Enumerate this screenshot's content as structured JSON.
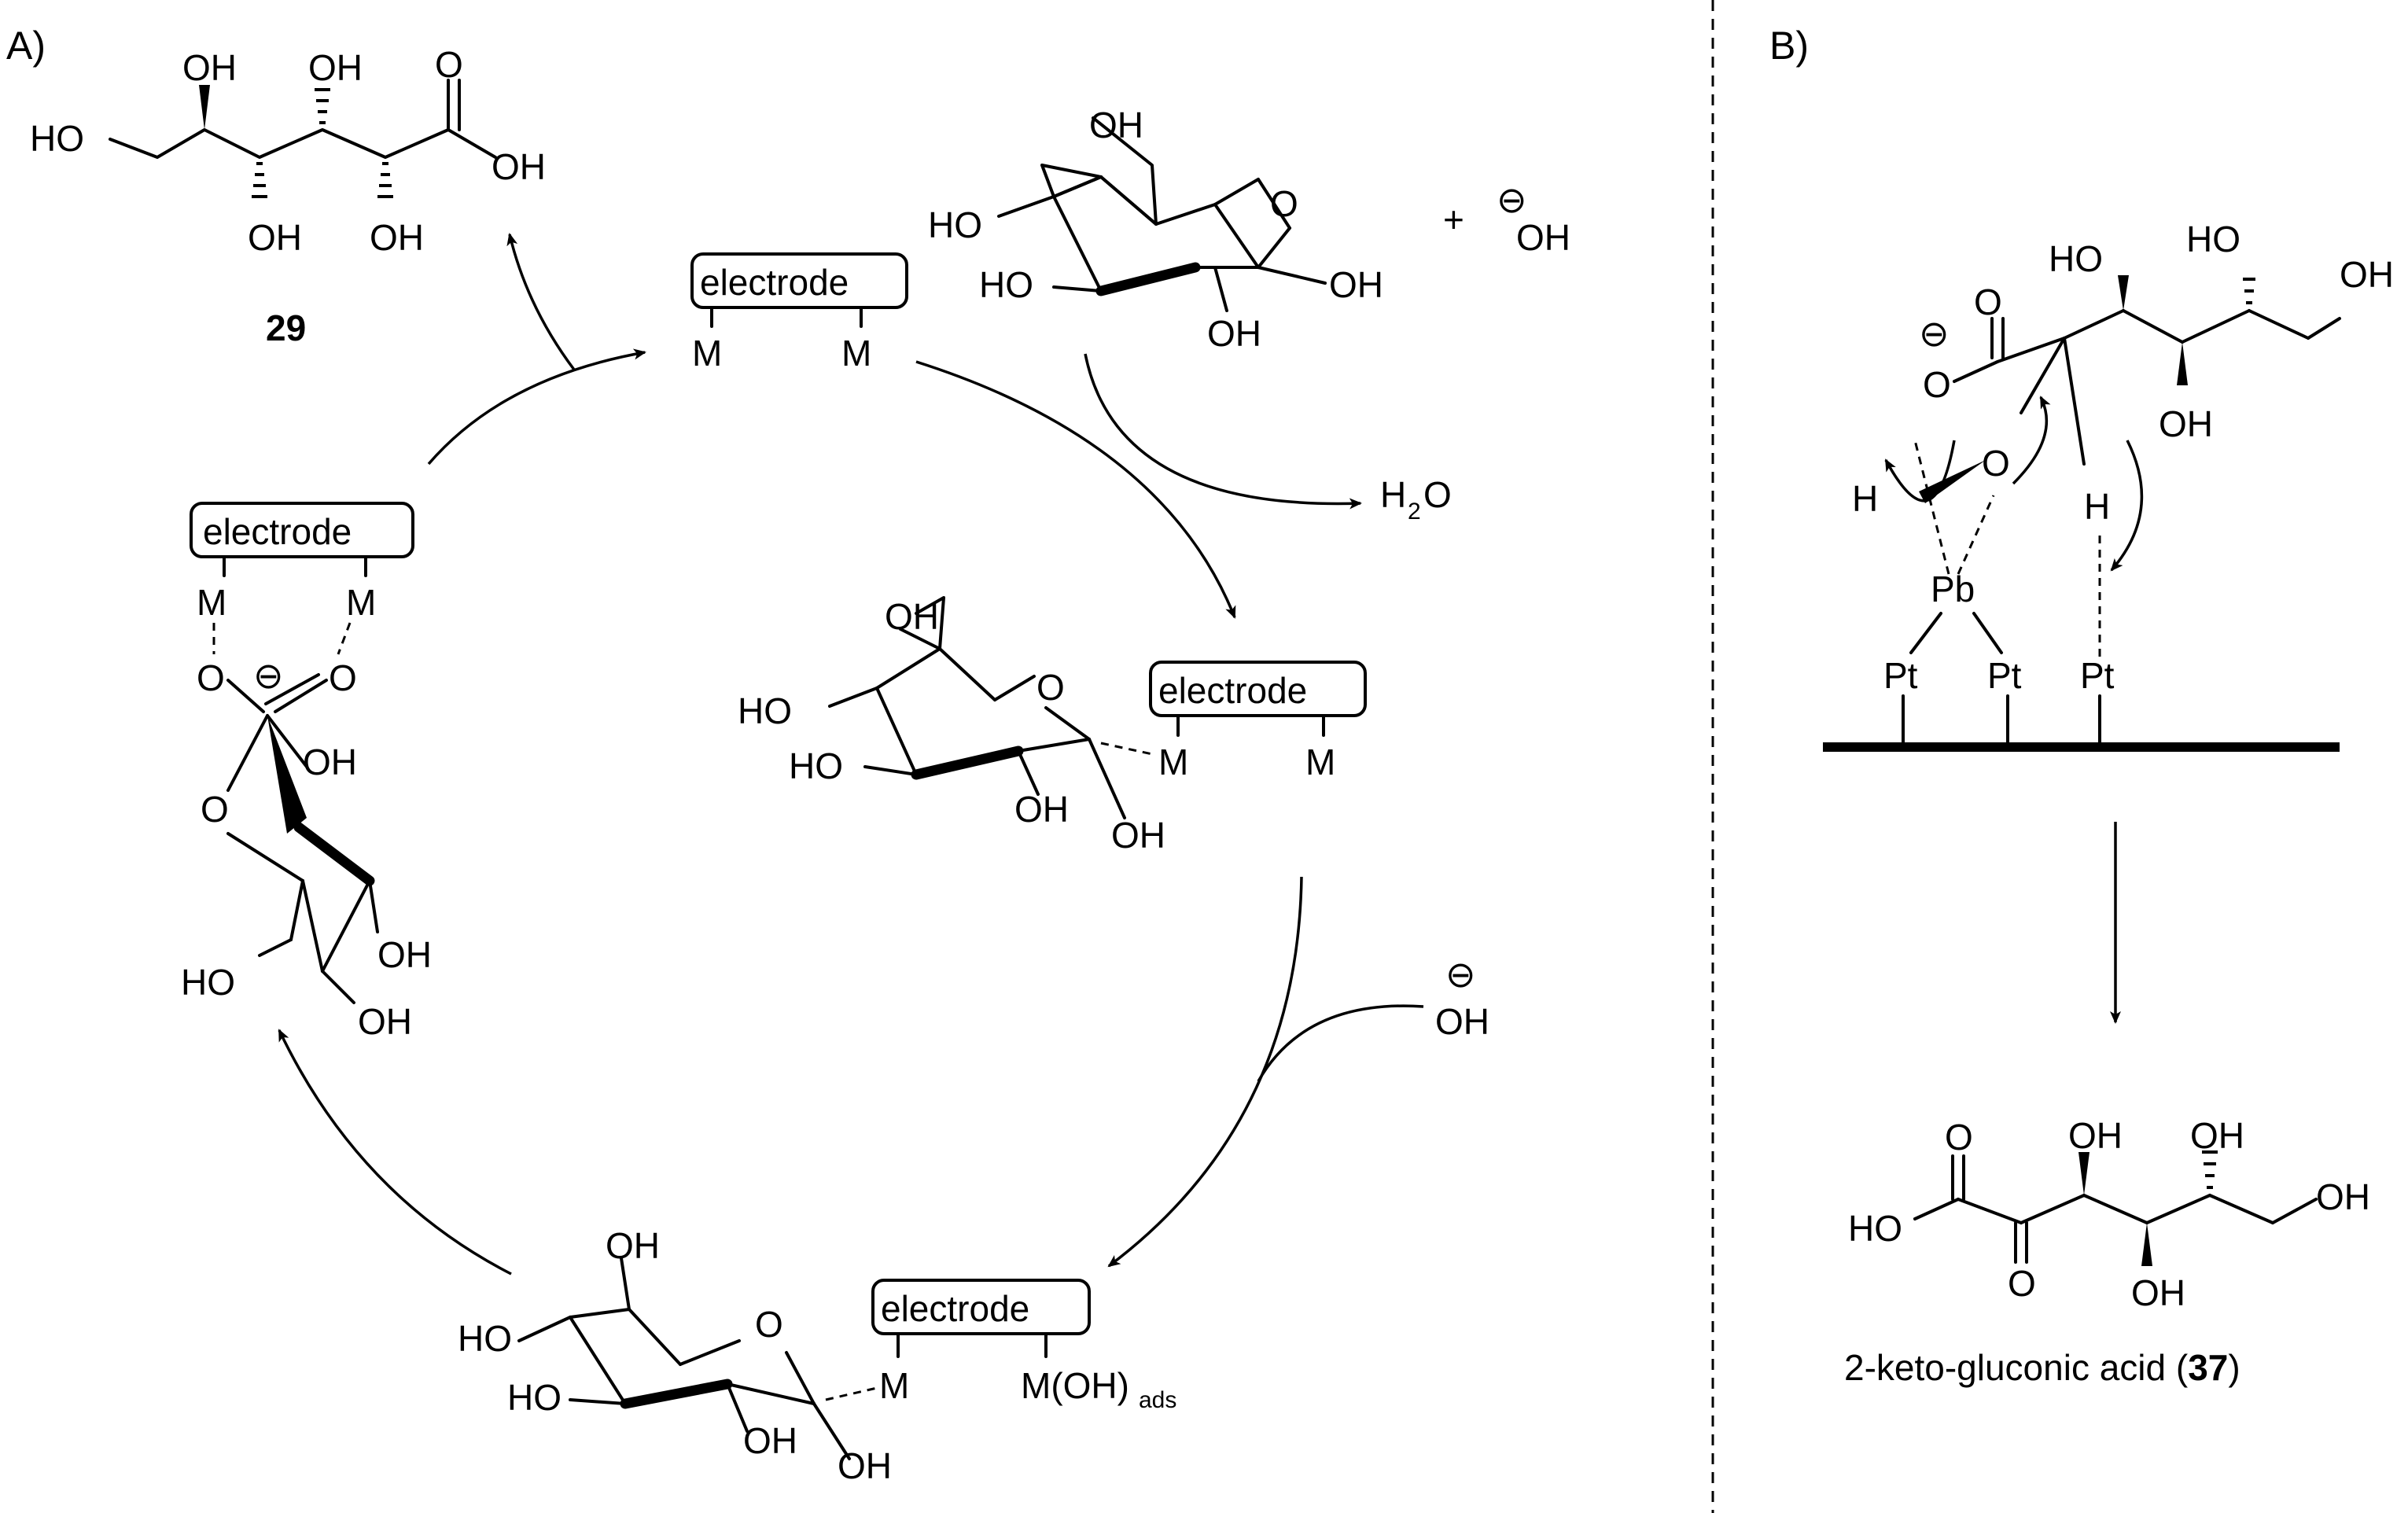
{
  "panels": {
    "a": "A)",
    "b": "B)"
  },
  "labels": {
    "electrode": "electrode",
    "metal": "M",
    "metal_oh_main": "M(OH)",
    "metal_oh_sub": "ads",
    "oh": "OH",
    "ho": "HO",
    "o": "O",
    "h": "H",
    "water_main": "H",
    "water_sub": "2",
    "water_tail": "O",
    "plus": "+",
    "minus": "⊖",
    "pb": "Pb",
    "pt": "Pt"
  },
  "compounds": {
    "c29": "29",
    "c37_name": "2-keto-gluconic acid (",
    "c37_num": "37",
    "c37_close": ")"
  }
}
